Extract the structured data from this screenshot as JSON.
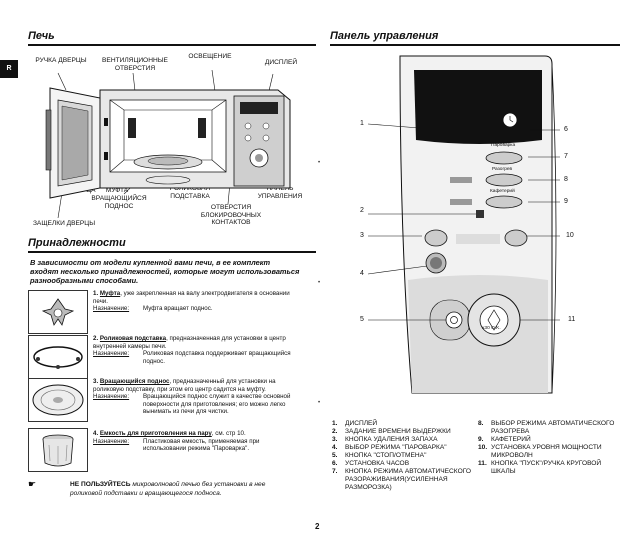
{
  "side_tab": "R",
  "oven_section": {
    "title": "Печь",
    "labels": {
      "door_handle": "РУЧКА ДВЕРЦЫ",
      "vents": "ВЕНТИЛЯЦИОННЫЕ\nОТВЕРСТИЯ",
      "light": "ОСВЕЩЕНИЕ",
      "display": "ДИСПЛЕЙ",
      "door": "ДВЕРЦА",
      "coupler": "МУФТА",
      "roller_rest": "ВРАЩАЮЩИЙСЯ\nПОДНОС",
      "roller_ring": "РОЛИКОВАЯ\nПОДСТАВКА",
      "panel": "ПАНЕЛЬ\nУПРАВЛЕНИЯ",
      "interlock": "ОТВЕРСТИЯ\nБЛОКИРОВОЧНЫХ\nКОНТАКТОВ",
      "latches": "ЗАЩЕЛКИ ДВЕРЦЫ"
    }
  },
  "accessories": {
    "title": "Принадлежности",
    "intro": "В зависимости от модели купленной вами печи, в ее комплект входят несколько принадлежностей, которые могут использоваться разнообразными способами.",
    "items": [
      {
        "num": "1.",
        "name": "Муфта",
        "desc": ", уже закрепленная на валу электродвигателя в основании печи.",
        "key": "Назначение:",
        "value": "Муфта вращает поднос."
      },
      {
        "num": "2.",
        "name": "Роликовая подставка",
        "desc": ", предназначенная для установки в центр внутренней камеры печи.",
        "key": "Назначение:",
        "value": "Роликовая подставка поддерживает вращающийся поднос."
      },
      {
        "num": "3.",
        "name": "Вращающийся поднос",
        "desc": ", предназначенный для установки на роликовую подставку, при этом его центр садится на муфту.",
        "key": "Назначение:",
        "value": "Вращающийся поднос служит в качестве основной поверхности для приготовления; его можно легко вынимать из печи для чистки."
      },
      {
        "num": "4.",
        "name": "Емкость для приготовления на пару",
        "desc": ", см. стр 10.",
        "key": "Назначение:",
        "value": "Пластиковая емкость, применяемая при использовании режима \"Пароварка\"."
      }
    ],
    "warning_bold": "НЕ ПОЛЬЗУЙТЕСЬ",
    "warning_rest": " микроволновой печью без установки в нее роликовой подставки и вращающегося подноса."
  },
  "panel_section": {
    "title": "Панель управления",
    "callouts": [
      "1",
      "2",
      "3",
      "4",
      "5",
      "6",
      "7",
      "8",
      "9",
      "10",
      "11"
    ],
    "button_text": {
      "steam": "Пароварка",
      "reheat": "Разогрев",
      "coffee": "Кафетерий",
      "dial": "x30 O.K."
    },
    "legend_left": [
      {
        "n": "1.",
        "t": "ДИСПЛЕЙ"
      },
      {
        "n": "2.",
        "t": "ЗАДАНИЕ ВРЕМЕНИ ВЫДЕРЖКИ"
      },
      {
        "n": "3.",
        "t": "КНОПКА УДАЛЕНИЯ ЗАПАХА"
      },
      {
        "n": "4.",
        "t": "ВЫБОР РЕЖИМА \"ПАРОВАРКА\""
      },
      {
        "n": "5.",
        "t": "КНОПКА \"СТОП/ОТМЕНА\""
      },
      {
        "n": "6.",
        "t": "УСТАНОВКА ЧАСОВ"
      },
      {
        "n": "7.",
        "t": "КНОПКА РЕЖИМА АВТОМАТИЧЕСКОГО РАЗОРАЖИВАНИЯ(УСИЛЕННАЯ РАЗМОРОЗКА)"
      }
    ],
    "legend_right": [
      {
        "n": "8.",
        "t": "ВЫБОР РЕЖИМА АВТОМАТИЧЕСКОГО РАЗОГРЕВА"
      },
      {
        "n": "9.",
        "t": "КАФЕТЕРИЙ"
      },
      {
        "n": "10.",
        "t": "УСТАНОВКА УРОВНЯ МОЩНОСТИ МИКРОВОЛН"
      },
      {
        "n": "11.",
        "t": "КНОПКА \"ПУСК\"/РУЧКА КРУГОВОЙ ШКАЛЫ"
      }
    ]
  },
  "page_number": "2"
}
